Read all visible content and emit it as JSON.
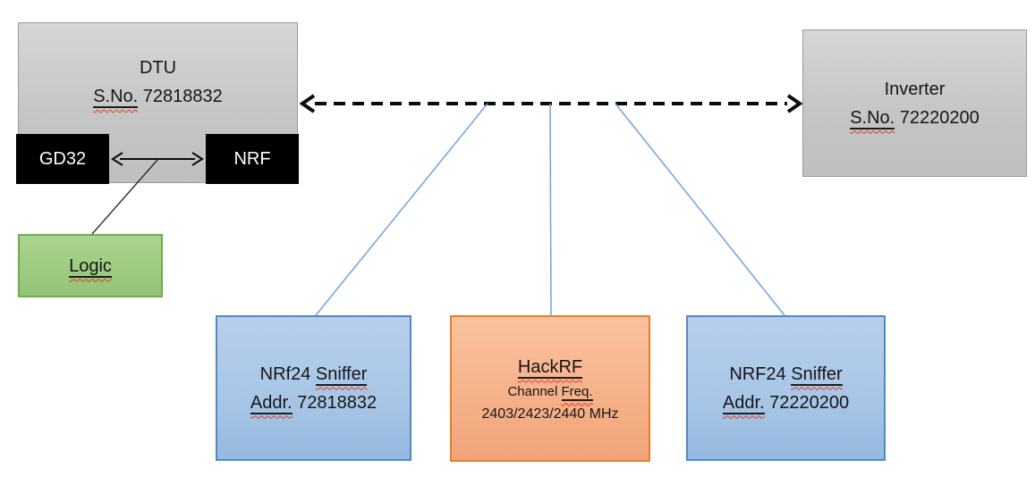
{
  "colors": {
    "canvas_background": "#ffffff",
    "gray_box_fill": "#c6c6c6",
    "gray_box_border": "#9a9a9a",
    "black_box_fill": "#000000",
    "black_box_text": "#ffffff",
    "green_box_fill": "#9ecb82",
    "green_box_border": "#70ad47",
    "blue_box_fill": "#a9c6e7",
    "blue_box_border": "#5189c5",
    "orange_box_fill": "#f6b18a",
    "orange_box_border": "#ea7c29",
    "connector_blue": "#6fa3dc",
    "arrow_black": "#0b0b0b",
    "spellcheck_red": "#dd3826",
    "text": "#161616"
  },
  "boxes": {
    "dtu": {
      "title": "DTU",
      "serial_label": "S.No.",
      "serial_number": "72818832"
    },
    "gd32": {
      "label": "GD32"
    },
    "nrf": {
      "label": "NRF"
    },
    "logic": {
      "label": "Logic"
    },
    "inverter": {
      "title": "Inverter",
      "serial_label": "S.No.",
      "serial_number": "72220200"
    },
    "sniffer_left": {
      "name": "NRf24",
      "name_suffix": "Sniffer",
      "addr_label": "Addr.",
      "addr_value": "72818832"
    },
    "hackrf": {
      "title": "HackRF",
      "channel_word": "Channel",
      "freq_word": "Freq.",
      "frequencies": "2403/2423/2440 MHz"
    },
    "sniffer_right": {
      "name": "NRF24",
      "name_suffix": "Sniffer",
      "addr_label": "Addr.",
      "addr_value": "72220200"
    }
  }
}
